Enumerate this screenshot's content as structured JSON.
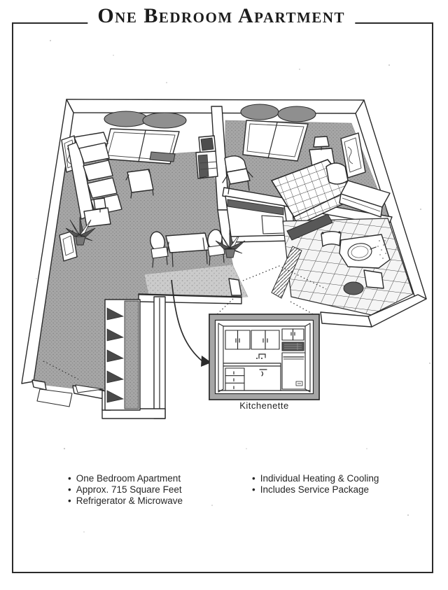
{
  "document": {
    "title": "One Bedroom Apartment",
    "callout_label": "Kitchenette",
    "bullet_glyph": "•",
    "features_left": [
      "One Bedroom Apartment",
      "Approx. 715 Square Feet",
      "Refrigerator & Microwave"
    ],
    "features_right": [
      "Individual Heating & Cooling",
      "Includes Service Package"
    ],
    "colors": {
      "ink": "#2b2b2b",
      "carpet_gray": "#a6a6a6",
      "rug_gray": "#cccccc",
      "valance_gray": "#8f8f8f",
      "fixture_dark": "#5a5a5a",
      "callout_border_gray": "#a6a6a6"
    }
  }
}
